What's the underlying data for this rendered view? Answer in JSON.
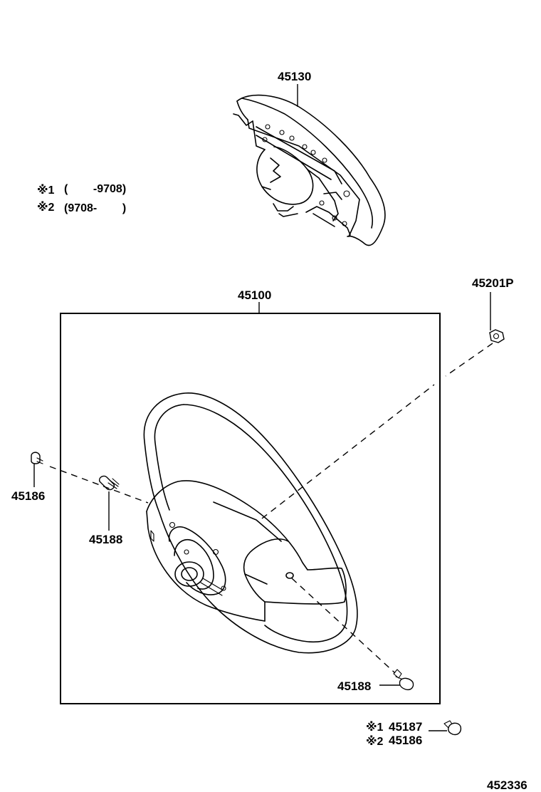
{
  "notes": {
    "note1_mark": "※1",
    "note1_range": "(        -9708)",
    "note2_mark": "※2",
    "note2_range": "(9708-        )"
  },
  "parts": {
    "pad": "45130",
    "wheel_assembly": "45100",
    "nut": "45201P",
    "left_screw": "45186",
    "left_bolt": "45188",
    "bottom_bolt": "45188",
    "screw_note1_mark": "※1",
    "screw_note1_part": "45187",
    "screw_note2_mark": "※2",
    "screw_note2_part": "45186"
  },
  "diagram_id": "452336"
}
